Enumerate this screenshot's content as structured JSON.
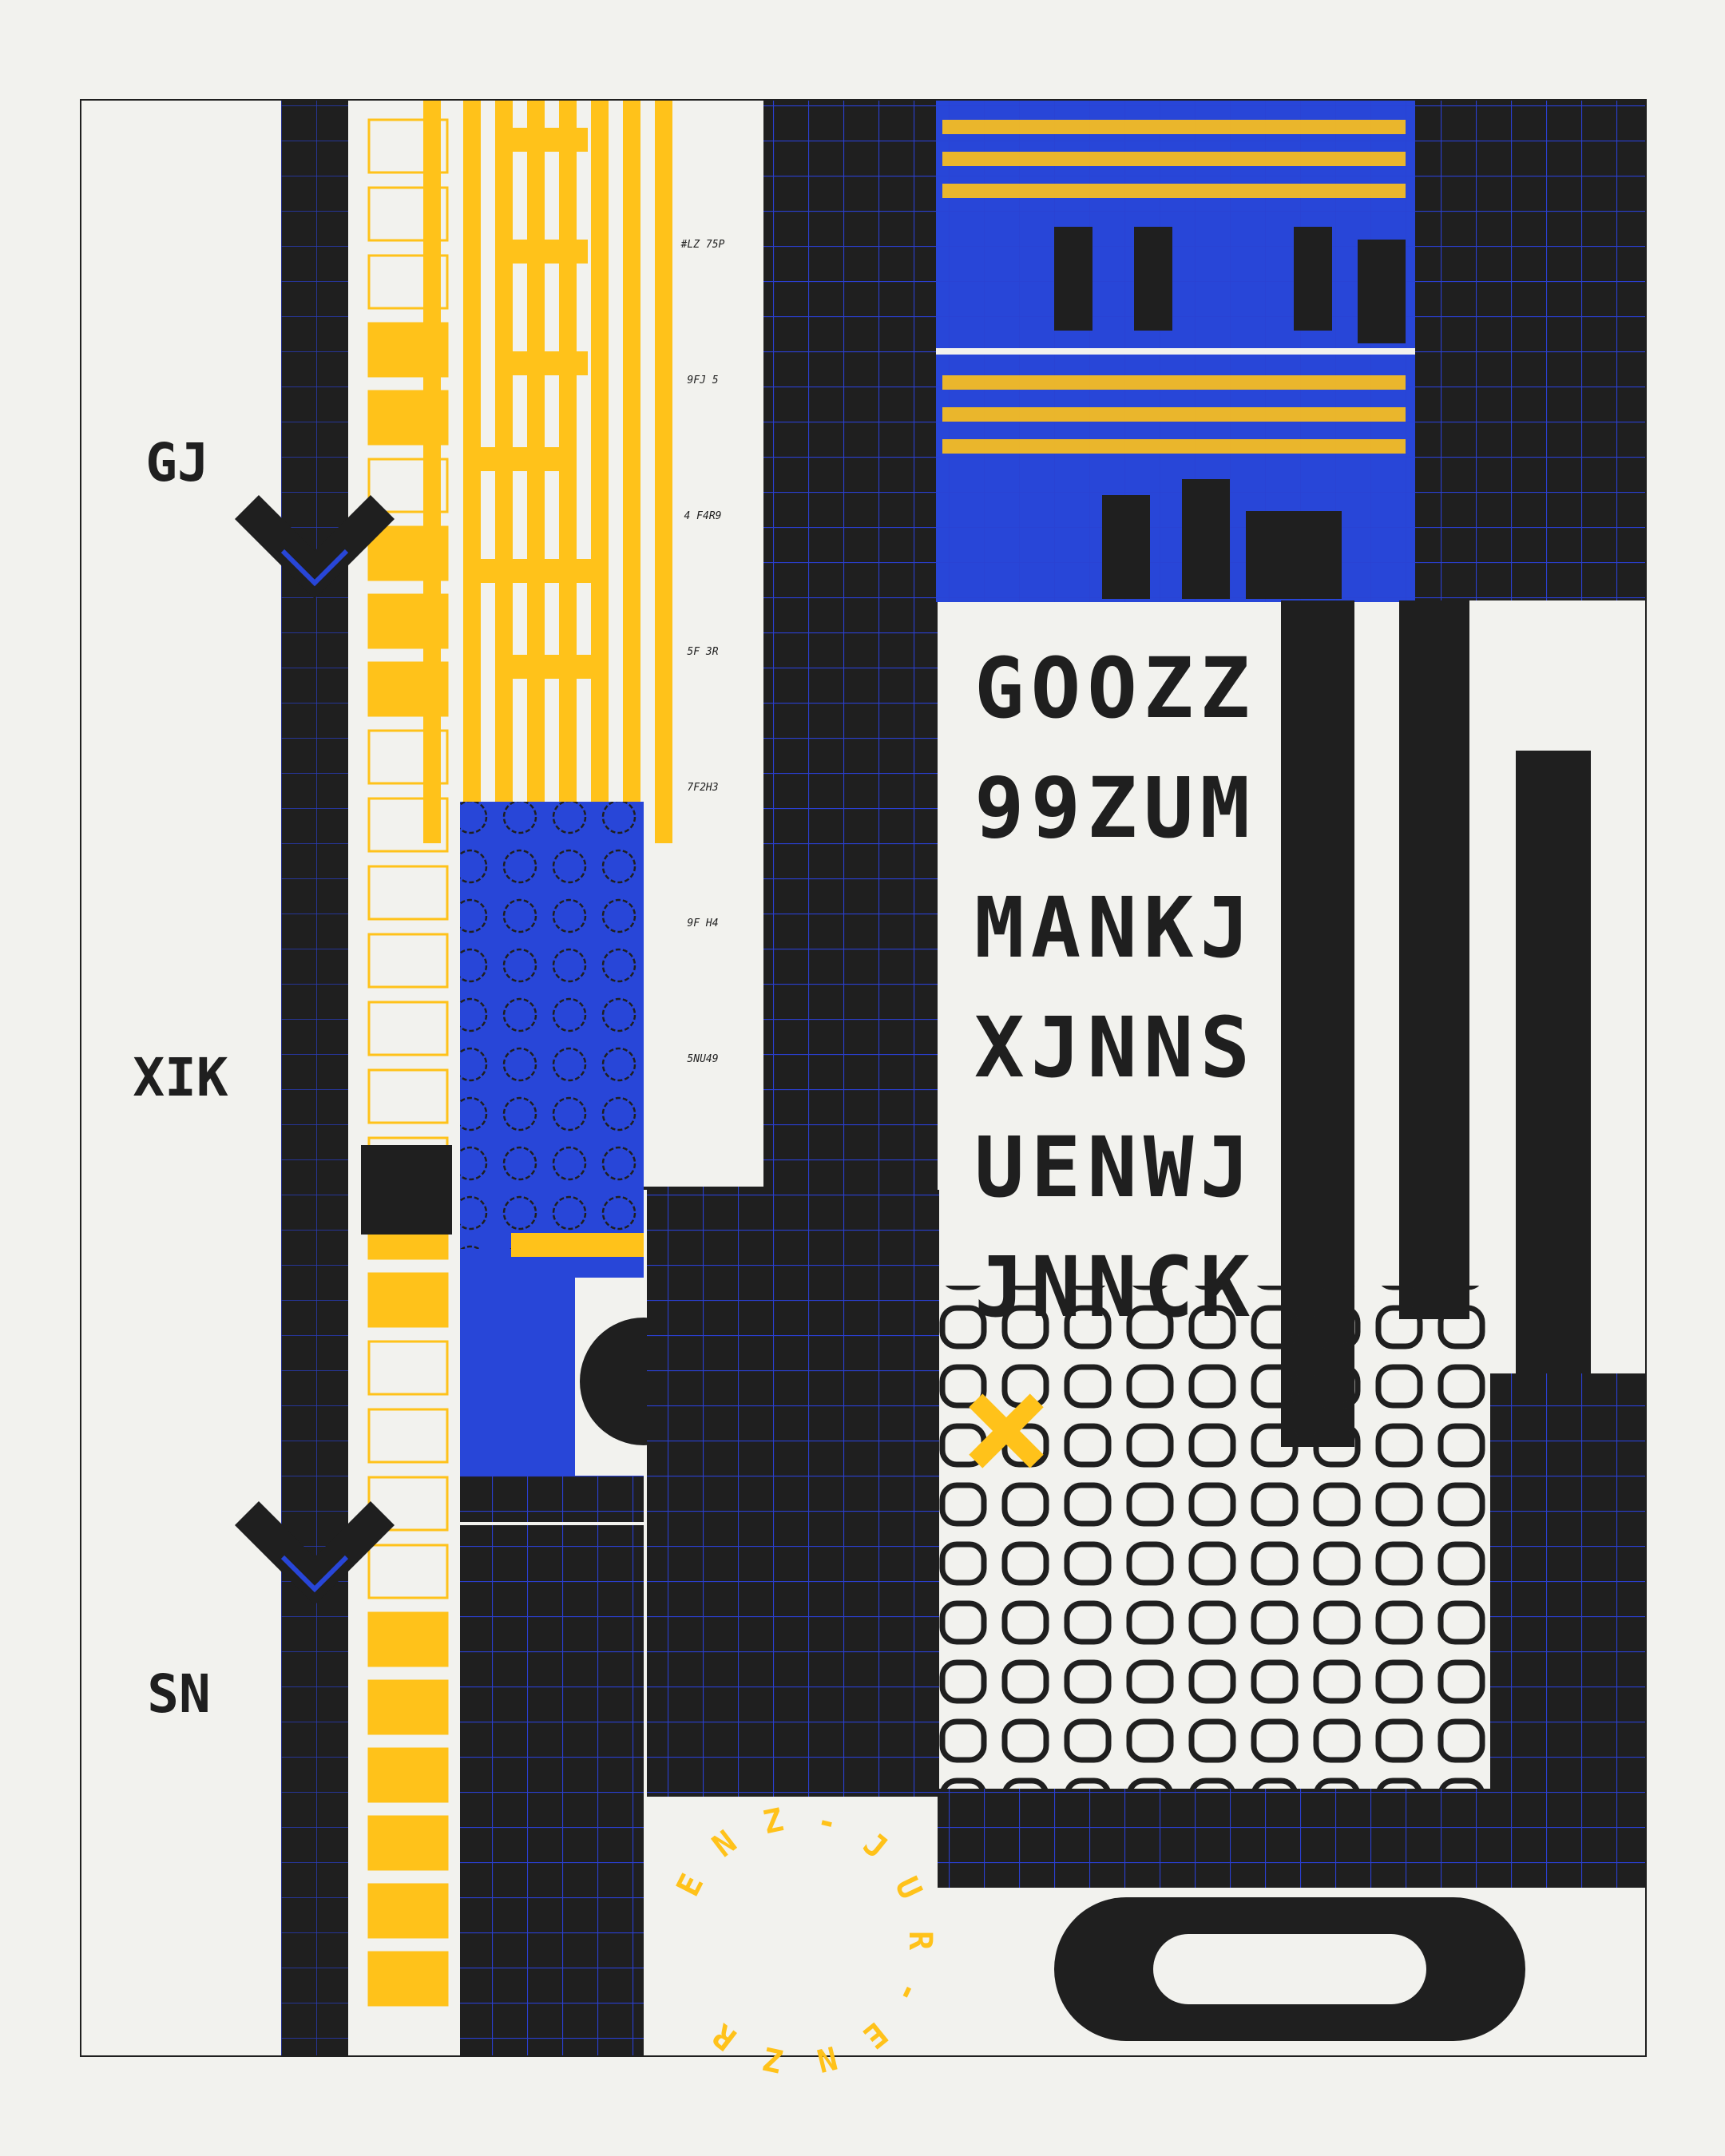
{
  "colors": {
    "paper": "#f2f2ee",
    "ink": "#1f1f1f",
    "blue": "#2846d8",
    "yellow": "#ffc21a",
    "grid": "#2a3fd0"
  },
  "left_column": {
    "labels": [
      "GJ",
      "XIK",
      "SN"
    ]
  },
  "ruler_labels": [
    "#LZ 75P",
    "9FJ 5",
    "4 F4R9",
    "5F 3R",
    "7F2H3",
    "9F H4",
    "5NU49"
  ],
  "glyph_rows": [
    "GOOZZ",
    "99ZUM",
    "MANKJ",
    "XJNNS",
    "UENWJ",
    "JNNCK"
  ],
  "ring_letters": [
    "E",
    "N",
    "Z",
    "-",
    "J",
    "U",
    "R",
    "-",
    "E",
    "N",
    "Z",
    "R"
  ],
  "icons": {
    "chevron_top": "chevron-down-icon",
    "chevron_bottom": "chevron-down-icon",
    "cross": "cross-icon",
    "pill": "capsule-icon"
  }
}
